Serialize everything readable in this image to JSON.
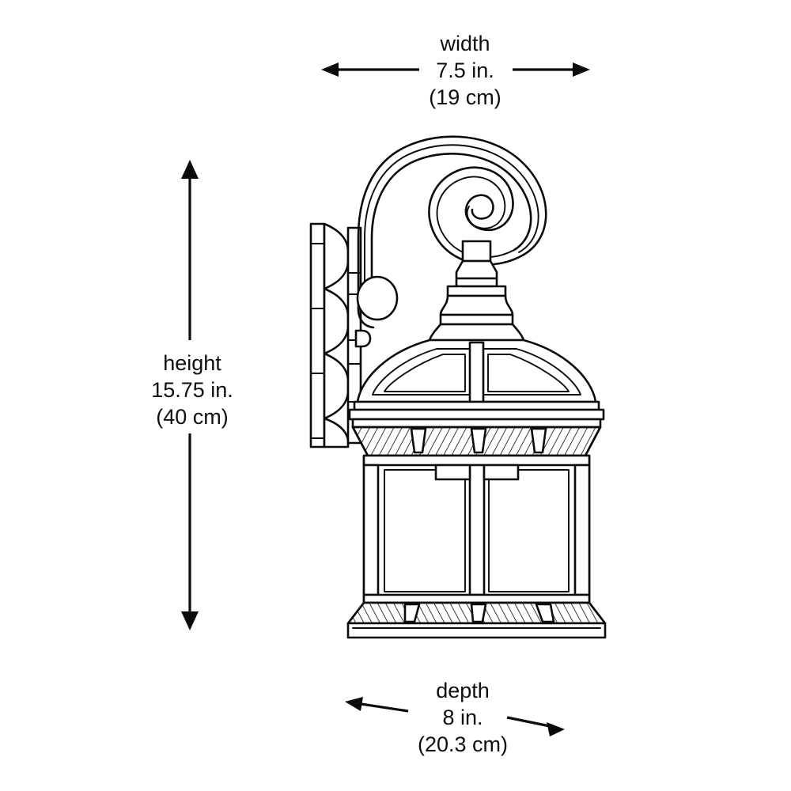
{
  "diagram": {
    "title": "Outdoor wall lantern dimension diagram",
    "background_color": "#ffffff",
    "line_color": "#0b0b0b",
    "text_color": "#0e0e0e"
  },
  "dimensions": {
    "width": {
      "label": "width",
      "imperial": "7.5 in.",
      "metric": "(19 cm)",
      "value_in": 7.5,
      "value_cm": 19
    },
    "height": {
      "label": "height",
      "imperial": "15.75 in.",
      "metric": "(40 cm)",
      "value_in": 15.75,
      "value_cm": 40
    },
    "depth": {
      "label": "depth",
      "imperial": "8 in.",
      "metric": "(20.3 cm)",
      "value_in": 8,
      "value_cm": 20.3
    }
  },
  "product": {
    "type": "outdoor-wall-lantern",
    "parts": [
      "wall-mount-plate",
      "scroll-arm",
      "ball-ornament",
      "finial-neck",
      "dome-top",
      "ribbed-collar",
      "glass-body",
      "base-plinth"
    ]
  }
}
